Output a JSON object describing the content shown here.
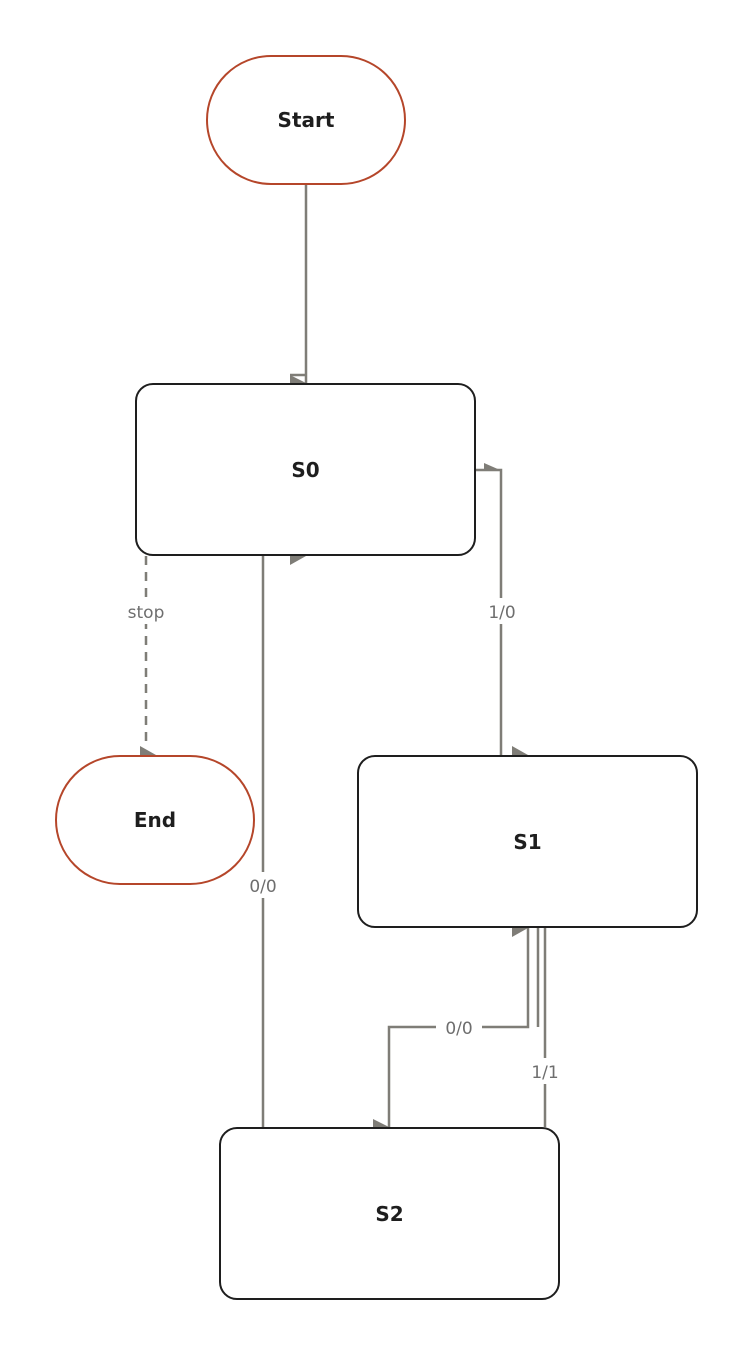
{
  "nodes": {
    "start": {
      "label": "Start"
    },
    "s0": {
      "label": "S0"
    },
    "end": {
      "label": "End"
    },
    "s1": {
      "label": "S1"
    },
    "s2": {
      "label": "S2"
    }
  },
  "edges": {
    "start_s0": {
      "label": ""
    },
    "s0_end": {
      "label": "stop"
    },
    "s0_s1": {
      "label": "1/0"
    },
    "s2_s0": {
      "label": "0/0"
    },
    "s1_s2": {
      "label": "0/0"
    },
    "s2_s1": {
      "label": "1/1"
    }
  },
  "colors": {
    "terminal_border": "#b5462a",
    "state_border": "#1e1e1e",
    "edge": "#7f7d77",
    "edge_label": "#6e6e6e"
  }
}
